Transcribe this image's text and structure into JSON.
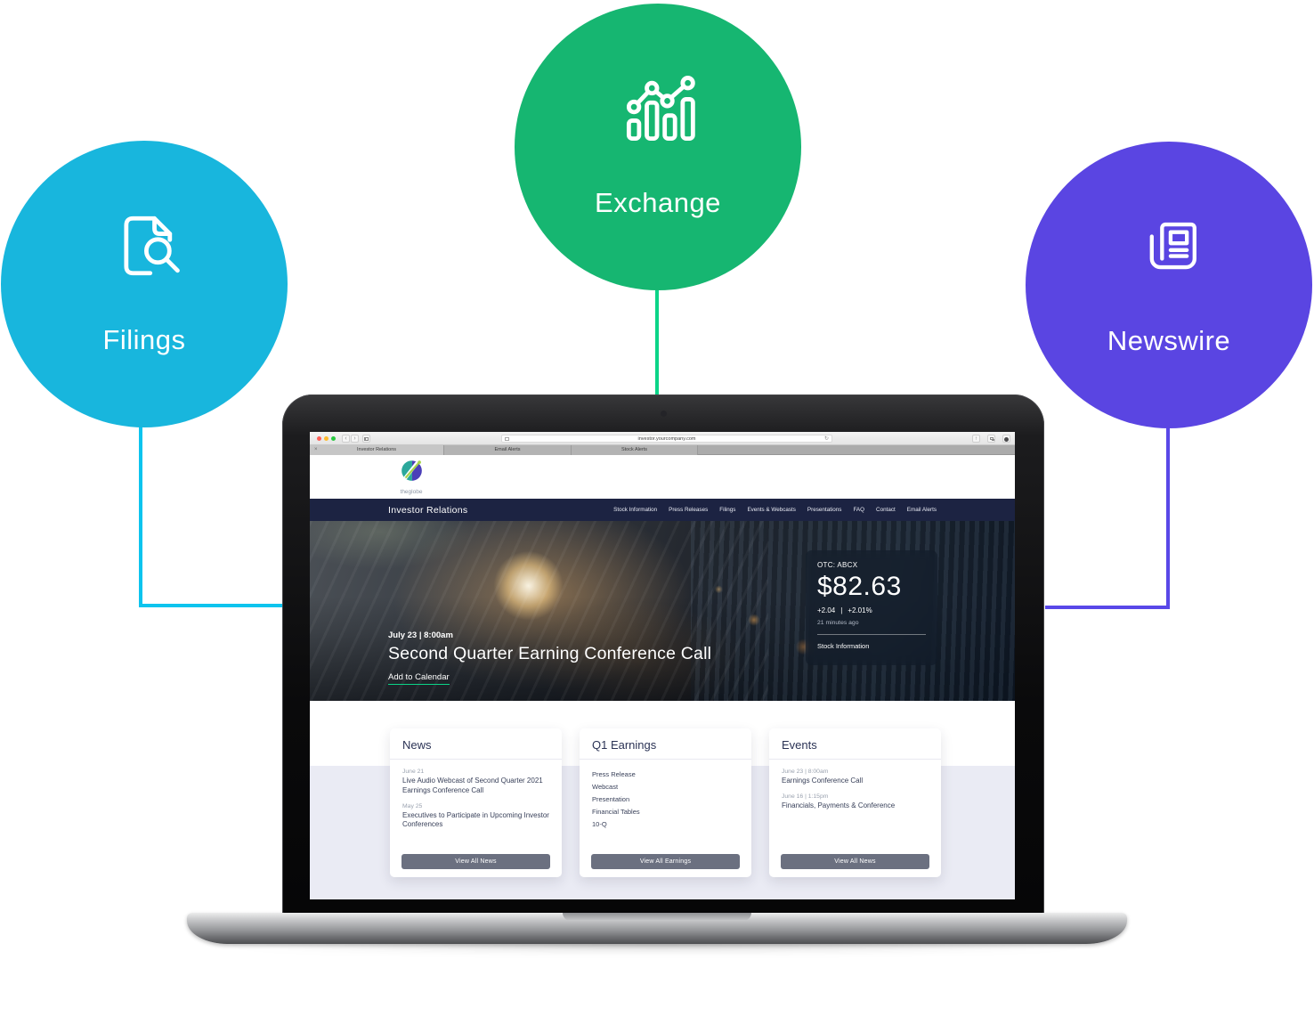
{
  "colors": {
    "filings_circle": "#18b6dd",
    "exchange_circle": "#16b671",
    "newswire_circle": "#5a45e2",
    "filings_line": "#0cc4ee",
    "exchange_line": "#0bd488",
    "newswire_line": "#5948e8",
    "nav_bar": "#1c2342",
    "accent_green": "#0bd487",
    "button_slate": "#6b7080"
  },
  "features": {
    "filings": {
      "label": "Filings",
      "icon": "document-search-icon"
    },
    "exchange": {
      "label": "Exchange",
      "icon": "bar-line-chart-icon"
    },
    "newswire": {
      "label": "Newswire",
      "icon": "newspaper-icon"
    }
  },
  "browser": {
    "url": "investor.yourcompany.com",
    "tabs": [
      {
        "label": "Investor Relations",
        "active": true
      },
      {
        "label": "Email Alerts",
        "active": false
      },
      {
        "label": "Stock Alerts",
        "active": false
      }
    ]
  },
  "site": {
    "logo": "theglobe",
    "nav_title": "Investor Relations",
    "nav_items": [
      "Stock Information",
      "Press Releases",
      "Filings",
      "Events & Webcasts",
      "Presentations",
      "FAQ",
      "Contact",
      "Email Alerts"
    ],
    "hero": {
      "event_datetime": "July 23 | 8:00am",
      "event_title": "Second Quarter Earning Conference Call",
      "cta": "Add to Calendar"
    },
    "stock": {
      "ticker": "OTC: ABCX",
      "price": "$82.63",
      "change": "+2.04",
      "separator": "|",
      "change_pct": "+2.01%",
      "updated": "21 minutes ago",
      "link": "Stock Information"
    },
    "cards": {
      "news": {
        "title": "News",
        "items": [
          {
            "date": "June 21",
            "text": "Live Audio Webcast of Second Quarter 2021 Earnings Conference Call"
          },
          {
            "date": "May 25",
            "text": "Executives to Participate in Upcoming Investor Conferences"
          }
        ],
        "button": "View All News"
      },
      "earnings": {
        "title": "Q1 Earnings",
        "links": [
          "Press Release",
          "Webcast",
          "Presentation",
          "Financial Tables",
          "10-Q"
        ],
        "button": "View All Earnings"
      },
      "events": {
        "title": "Events",
        "items": [
          {
            "date": "June 23 | 8:00am",
            "text": "Earnings Conference Call"
          },
          {
            "date": "June 16 | 1:15pm",
            "text": "Financials, Payments & Conference"
          }
        ],
        "button": "View All News"
      }
    }
  }
}
